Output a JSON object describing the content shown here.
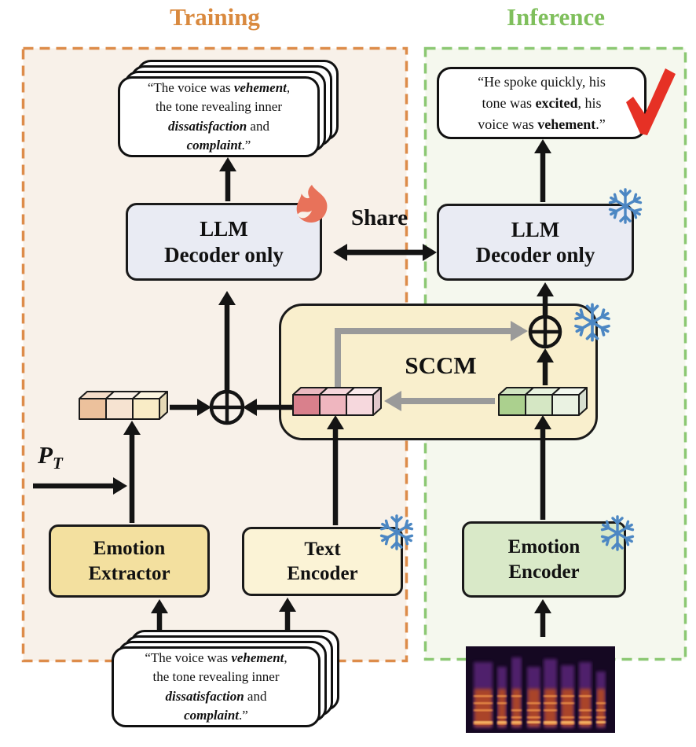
{
  "figure": {
    "training_title": "Training",
    "inference_title": "Inference",
    "share_label": "Share",
    "sccm_label": "SCCM",
    "prompt_label": "P",
    "prompt_label_sub": "T",
    "llm_training_label": "LLM\nDecoder only",
    "llm_inference_label": "LLM\nDecoder only",
    "emotion_extractor_label": "Emotion\nExtractor",
    "text_encoder_label": "Text\nEncoder",
    "emotion_encoder_label": "Emotion\nEncoder"
  },
  "cards": {
    "training_output": {
      "segments": [
        {
          "t": "“The voice was "
        },
        {
          "t": "vehement",
          "s": "bi"
        },
        {
          "t": ",\nthe tone revealing inner\n"
        },
        {
          "t": "dissatisfaction",
          "s": "bi"
        },
        {
          "t": " and\n"
        },
        {
          "t": "complaint",
          "s": "bi"
        },
        {
          "t": ".”"
        }
      ]
    },
    "inference_output": {
      "segments": [
        {
          "t": "“He spoke quickly, his\ntone was "
        },
        {
          "t": "excited",
          "s": "b"
        },
        {
          "t": ", his\nvoice was "
        },
        {
          "t": "vehement",
          "s": "b"
        },
        {
          "t": ".”"
        }
      ]
    },
    "training_input": {
      "segments": [
        {
          "t": "“The voice was "
        },
        {
          "t": "vehement",
          "s": "bi"
        },
        {
          "t": ",\nthe tone revealing inner\n"
        },
        {
          "t": "dissatisfaction",
          "s": "bi"
        },
        {
          "t": " and\n"
        },
        {
          "t": "complaint",
          "s": "bi"
        },
        {
          "t": ".”"
        }
      ]
    }
  },
  "icons": {
    "fire": "fire-icon-trainable",
    "snowflake": "snowflake-icon-frozen",
    "check": "red-check-icon"
  },
  "colors": {
    "training_accent": "#dd8c4a",
    "training_bg": "#f8f1e9",
    "training_title": "#d9893e",
    "inference_accent": "#8cc873",
    "inference_bg": "#f5f8ee",
    "inference_title": "#7fbf5c",
    "llm_box": "#e9ebf3",
    "sccm_box": "#f9efcd",
    "emotion_extractor_box": "#f3e09f",
    "text_encoder_box": "#fbf3d6",
    "emotion_encoder_box": "#d9e9c8",
    "fire": "#e8725a",
    "snowflake": "#4c87c3",
    "check": "#e63125",
    "gray_arrow": "#9a9a9a",
    "prompt_tokens": [
      "#ecc19c",
      "#f6e3d1",
      "#f9ecc6"
    ],
    "text_tokens": [
      "#d9808c",
      "#efb6bf",
      "#f6d8dd"
    ],
    "emotion_tokens": [
      "#abd08e",
      "#d5e7c4",
      "#eaf2e2"
    ]
  }
}
